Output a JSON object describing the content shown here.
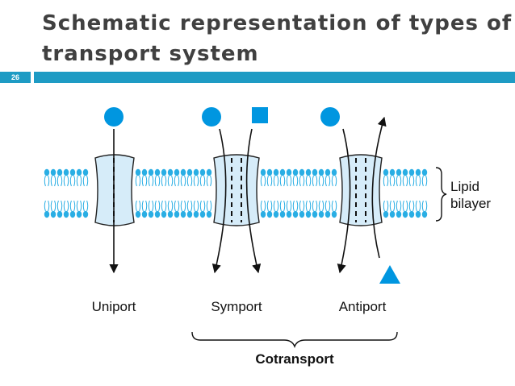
{
  "slide": {
    "title_line1": "Schematic representation of types of",
    "title_line2": "transport system",
    "number": "26"
  },
  "diagram": {
    "membrane_label_line1": "Lipid",
    "membrane_label_line2": "bilayer",
    "transporters": [
      {
        "label": "Uniport"
      },
      {
        "label": "Symport"
      },
      {
        "label": "Antiport"
      }
    ],
    "group_label": "Cotransport"
  },
  "colors": {
    "accent": "#1e9bc4",
    "solute": "#0096e0",
    "lipid": "#29aee4",
    "protein_fill": "#d6ecf9"
  }
}
